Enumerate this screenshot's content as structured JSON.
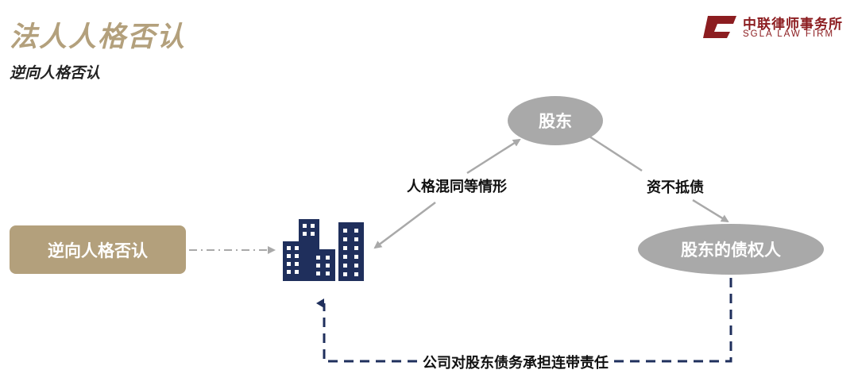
{
  "header": {
    "title": "法人人格否认",
    "subtitle": "逆向人格否认"
  },
  "logo": {
    "name_cn": "中联律师事务所",
    "name_en": "SGLA LAW FIRM",
    "color": "#8c1d20"
  },
  "diagram": {
    "nodes": {
      "reverse_piercing": "逆向人格否认",
      "shareholder": "股东",
      "shareholder_creditor": "股东的债权人",
      "company_icon": "building-icon"
    },
    "edges": {
      "mixed_personality": "人格混同等情形",
      "insolvent": "资不抵债",
      "joint_liability": "公司对股东债务承担连带责任"
    },
    "colors": {
      "accent_gold": "#b3a07c",
      "node_gray": "#a9a9a9",
      "navy": "#1f2f5c"
    }
  }
}
